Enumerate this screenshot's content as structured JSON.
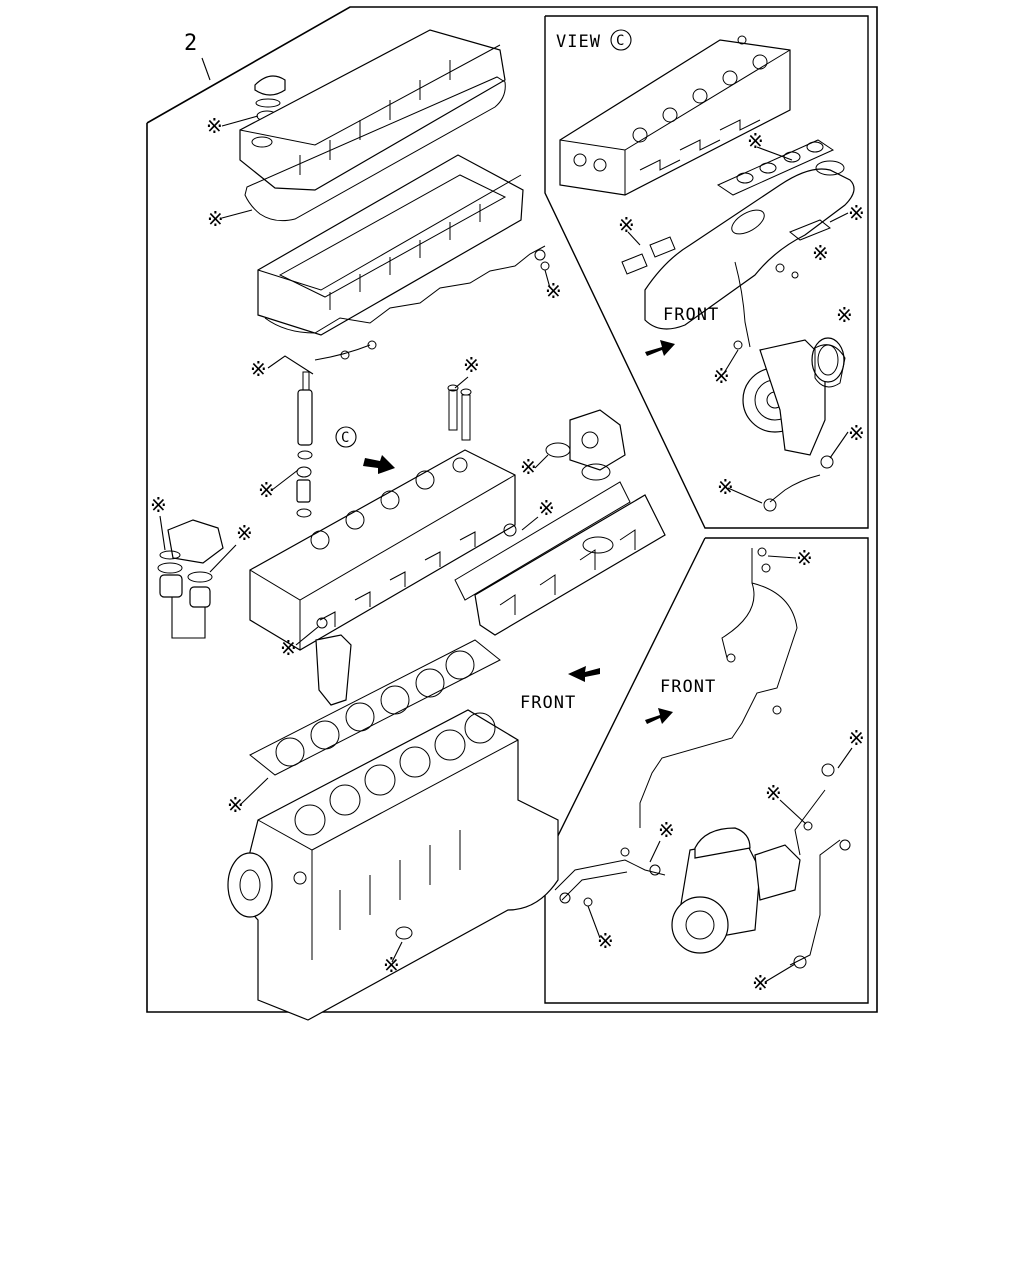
{
  "diagram": {
    "item_number": "2",
    "view_title": "VIEW",
    "view_ref": "C",
    "main_view_ref": "C",
    "front_labels": [
      "FRONT",
      "FRONT",
      "FRONT"
    ],
    "marker_symbol": "※"
  }
}
